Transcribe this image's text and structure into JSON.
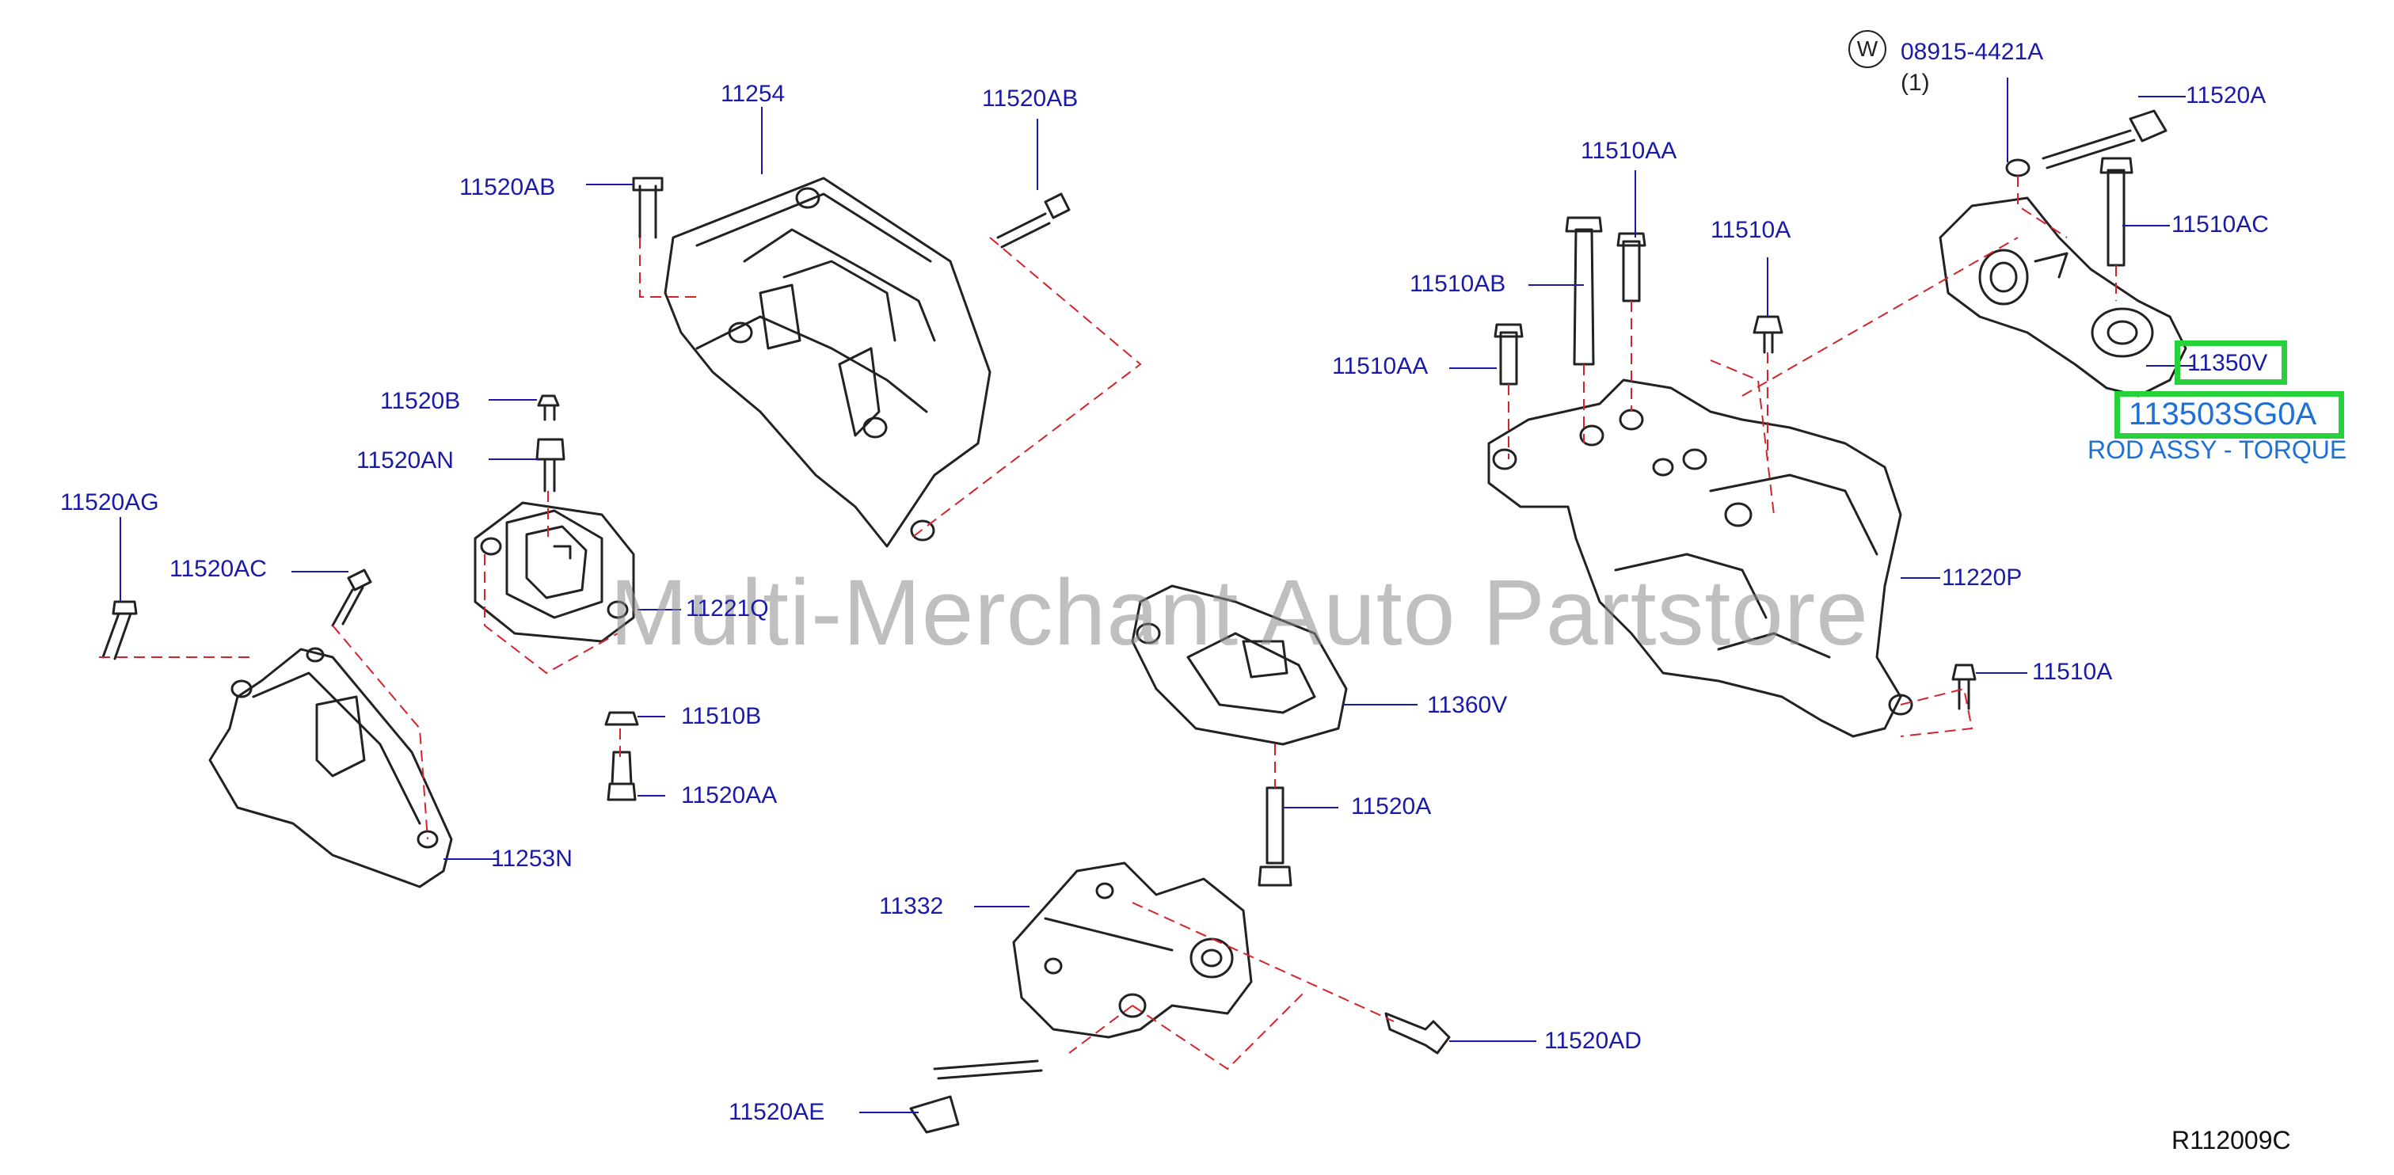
{
  "colors": {
    "label": "#1a1aa8",
    "line": "#1a1aa8",
    "dash": "#d4232b",
    "part": "#222222",
    "highlight": "#27d13a",
    "subtitle": "#1e6fd6",
    "watermark": "#8c8c8c"
  },
  "watermark": "Multi-Merchant Auto Partstore",
  "diagram_code": "R112009C",
  "washer_symbol": "W",
  "washer_qty": "(1)",
  "highlight": {
    "part_number": "113503SG0A",
    "description": "ROD ASSY - TORQUE"
  },
  "labels": [
    "11254",
    "11520AB",
    "11520AB",
    "08915-4421A",
    "11520A",
    "11510AA",
    "11510AC",
    "11510A",
    "11510AB",
    "11510AA",
    "11350V",
    "11520B",
    "11520AN",
    "11520AG",
    "11520AC",
    "11221Q",
    "11510B",
    "11520AA",
    "11253N",
    "11220P",
    "11360V",
    "11510A",
    "11520A",
    "11332",
    "11520AD",
    "11520AE"
  ]
}
